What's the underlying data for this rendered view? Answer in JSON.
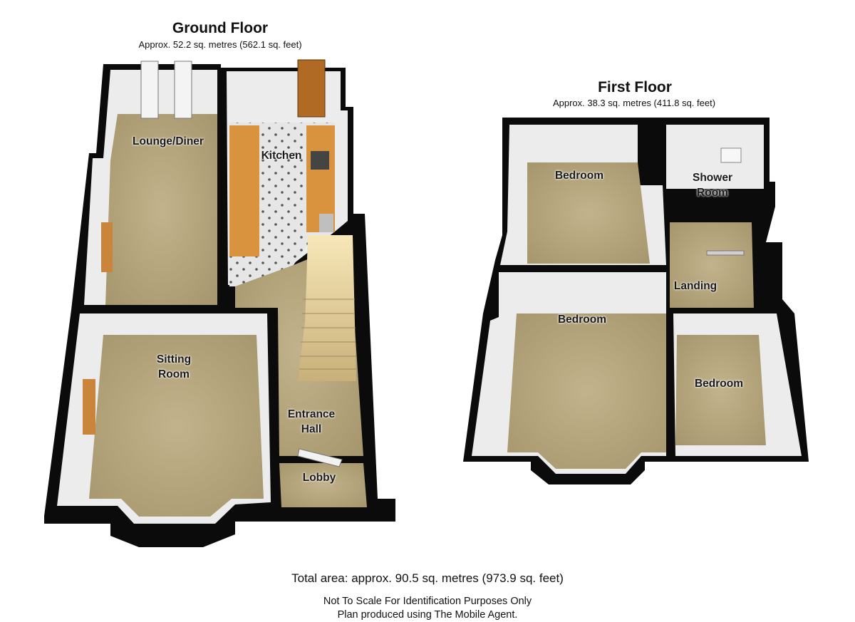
{
  "ground_floor": {
    "title": "Ground Floor",
    "area": "Approx.  52.2 sq. metres (562.1 sq. feet)",
    "rooms": {
      "lounge_diner": "Lounge/Diner",
      "kitchen": "Kitchen",
      "sitting_room_1": "Sitting",
      "sitting_room_2": "Room",
      "entrance_hall_1": "Entrance",
      "entrance_hall_2": "Hall",
      "lobby": "Lobby"
    }
  },
  "first_floor": {
    "title": "First Floor",
    "area": "Approx.  38.3 sq. metres (411.8 sq. feet)",
    "rooms": {
      "bedroom_1": "Bedroom",
      "shower_room_1": "Shower",
      "shower_room_2": "Room",
      "landing": "Landing",
      "bedroom_2": "Bedroom",
      "bedroom_3": "Bedroom"
    }
  },
  "footer": {
    "total_area": "Total area: approx.  90.5 sq. metres (973.9 sq. feet)",
    "note_1": "Not To Scale  For Identification Purposes Only",
    "note_2": "Plan produced using The Mobile Agent."
  },
  "colors": {
    "wall": "#0b0b0b",
    "floor_carpet": "#b5a57d",
    "wall_face": "#ececec",
    "worktop": "#d9933f",
    "tile": "#e4e4e4",
    "door": "#f2f2f2",
    "front_door": "#b06a24"
  }
}
